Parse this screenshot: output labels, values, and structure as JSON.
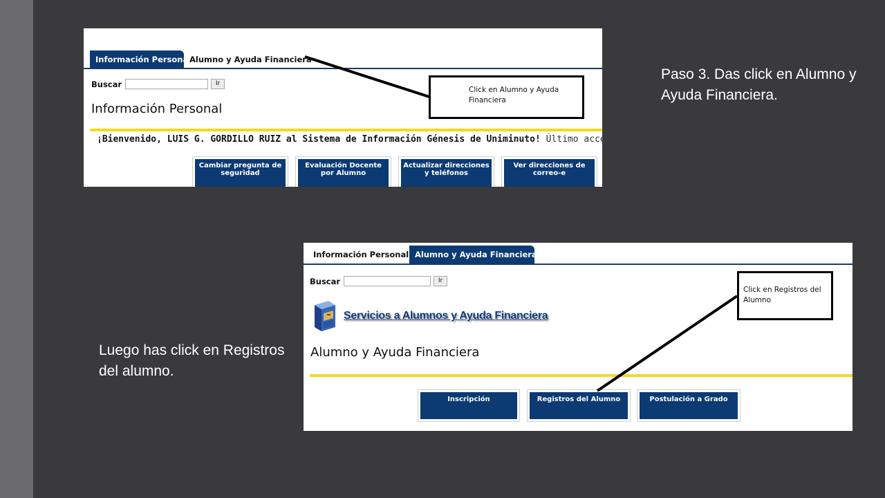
{
  "slide": {
    "step_text": "Paso 3. Das click en Alumno y Ayuda Financiera.",
    "next_text": "Luego has click en Registros del alumno."
  },
  "screenshot1": {
    "tabs": [
      {
        "label": "Información Personal",
        "active": true
      },
      {
        "label": "Alumno y Ayuda Financiera",
        "active": false
      }
    ],
    "search_label": "Buscar",
    "search_value": "",
    "go_label": "Ir",
    "page_title": "Información Personal",
    "welcome_bold": "¡Bienvenido, LUIS G. GORDILLO RUIZ al Sistema de Información Génesis de Uniminuto!",
    "welcome_rest": " Último acceso web",
    "menu_buttons": [
      "Cambiar pregunta de seguridad",
      "Evaluación Docente por Alumno",
      "Actualizar direcciones y teléfonos",
      "Ver direcciones de correo-e"
    ],
    "callout": "Click en Alumno y Ayuda Financiera"
  },
  "screenshot2": {
    "tabs": [
      {
        "label": "Información Personal",
        "active": false
      },
      {
        "label": "Alumno y Ayuda Financiera",
        "active": true
      }
    ],
    "search_label": "Buscar",
    "search_value": "",
    "go_label": "Ir",
    "logo_title": "Servicios a Alumnos y Ayuda Financiera",
    "page_title": "Alumno y Ayuda Financiera",
    "menu_buttons": [
      "Inscripción",
      "Registros del Alumno",
      "Postulación a Grado"
    ],
    "callout": "Click en Registros del Alumno"
  },
  "colors": {
    "slide_background": "#3a3a3c",
    "left_bar": "#6b6a6f",
    "nav_blue": "#0c3a73",
    "rule_yellow": "#f5d81c"
  }
}
